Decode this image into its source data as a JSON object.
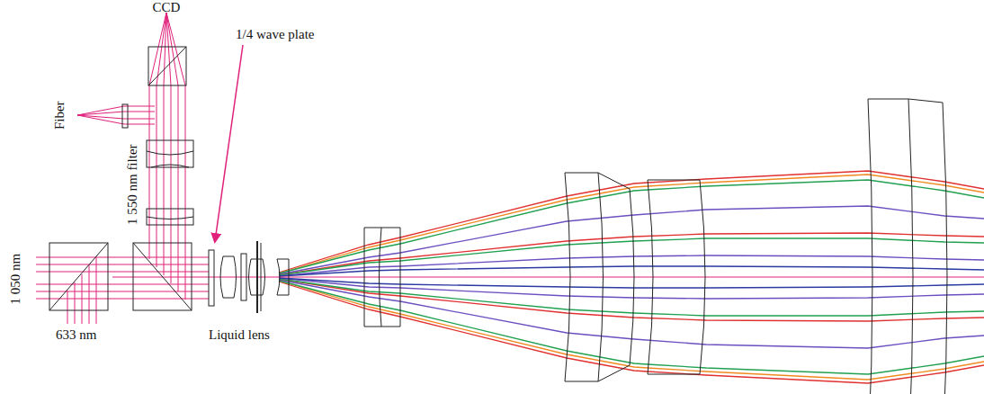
{
  "diagram": {
    "labels": [
      "CCD",
      "Fiber",
      "1 550 nm filter",
      "1/4 wave plate",
      "1 050 nm",
      "633 nm",
      "Liquid lens"
    ]
  }
}
